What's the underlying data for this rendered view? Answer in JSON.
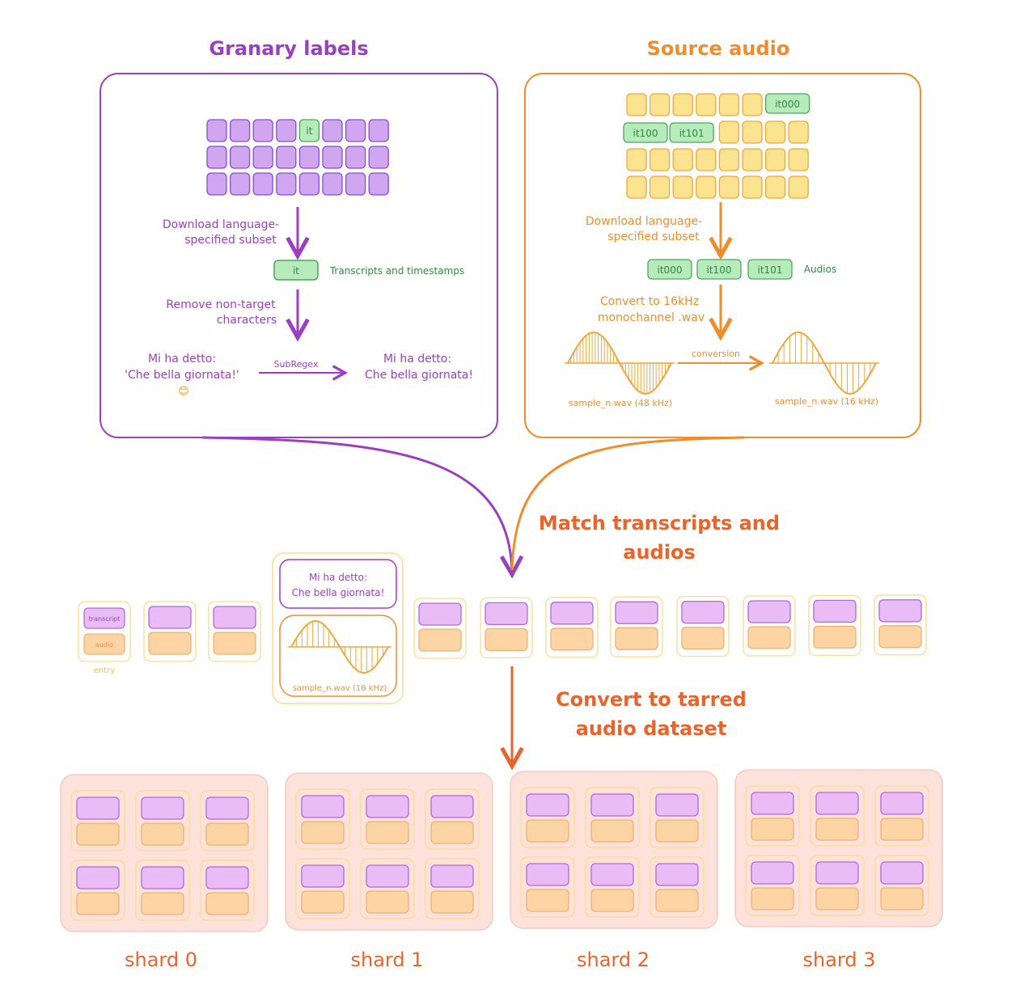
{
  "colors": {
    "purple": "#9b3fc0",
    "purple_fill": "#d0a6f0",
    "purple_stroke": "#8b4bcf",
    "orange": "#f08d2a",
    "orange_fill": "#fce38f",
    "orange_stroke": "#f0a63a",
    "green_fill": "#b8ebbb",
    "green_stroke": "#49a85a",
    "green_text": "#2f8a3c",
    "red_orange": "#e8642c",
    "entry_purple": "#e9bcf6",
    "entry_orange": "#fdd5a4",
    "entry_border": "#fbdc8c",
    "shard_fill": "#fde2dc",
    "shard_stroke": "#f6c4b8"
  },
  "granary": {
    "title": "Granary labels",
    "grid_badge": "it",
    "step1_label_line1": "Download language-",
    "step1_label_line2": "specified subset",
    "subset_badge": "it",
    "subset_caption": "Transcripts and timestamps",
    "step2_label_line1": "Remove non-target",
    "step2_label_line2": "characters",
    "before_line1": "Mi ha detto:",
    "before_line2": "'Che bella giornata!'",
    "before_emoji": "😊",
    "regex_label": "SubRegex",
    "after_line1": "Mi ha detto:",
    "after_line2": "Che bella giornata!"
  },
  "source": {
    "title": "Source audio",
    "grid_badges": [
      "it000",
      "it100",
      "it101"
    ],
    "step1_label_line1": "Download language-",
    "step1_label_line2": "specified subset",
    "subset_badges": [
      "it000",
      "it100",
      "it101"
    ],
    "subset_caption": "Audios",
    "step2_label_line1": "Convert to 16kHz",
    "step2_label_line2": "monochannel .wav",
    "conversion_label": "conversion",
    "wave_in_label": "sample_n.wav (48 kHz)",
    "wave_out_label": "sample_n.wav (16 kHz)"
  },
  "match": {
    "label_line1": "Match transcripts and",
    "label_line2": "audios",
    "legend_transcript": "transcript",
    "legend_audio": "audio",
    "legend_entry": "entry",
    "expanded_line1": "Mi ha detto:",
    "expanded_line2": "Che bella giornata!",
    "expanded_wave_label": "sample_n.wav (16 kHz)"
  },
  "convert": {
    "label_line1": "Convert to tarred",
    "label_line2": "audio dataset"
  },
  "shards": [
    {
      "label": "shard 0"
    },
    {
      "label": "shard 1"
    },
    {
      "label": "shard 2"
    },
    {
      "label": "shard 3"
    }
  ]
}
